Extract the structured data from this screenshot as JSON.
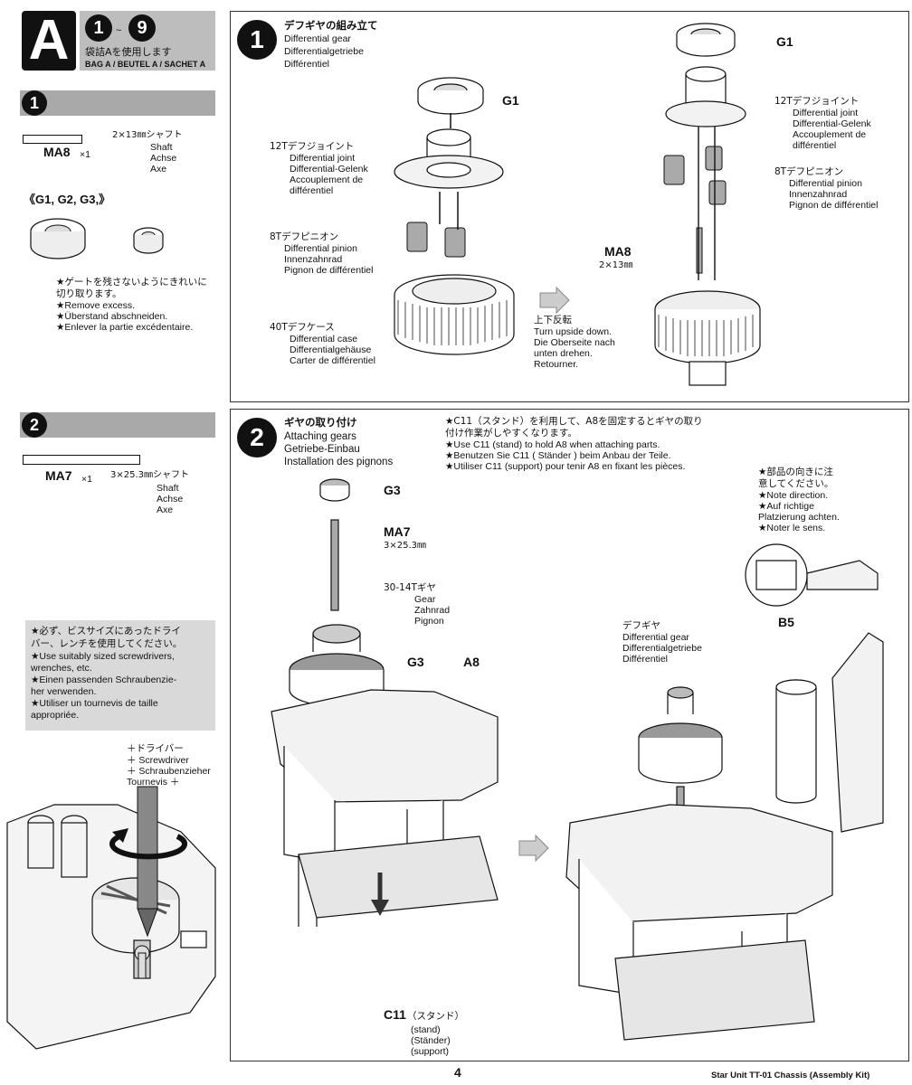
{
  "header": {
    "step_letter": "A",
    "step_range_start": "1",
    "step_range_sep": "~",
    "step_range_end": "9",
    "bag_jp": "袋詰Aを使用します",
    "bag_en": "BAG A / BEUTEL A / SACHET A"
  },
  "left": {
    "step1_num": "1",
    "ma8_label": "MA8",
    "ma8_qty": "×1",
    "ma8_spec": "2×13㎜シャフト",
    "ma8_desc": [
      "Shaft",
      "Achse",
      "Axe"
    ],
    "g_label": "《G1, G2, G3,》",
    "gate_note": [
      "★ゲートを残さないようにきれいに",
      "切り取ります。",
      "★Remove excess.",
      "★Überstand abschneiden.",
      "★Enlever la partie excédentaire."
    ],
    "step2_num": "2",
    "ma7_label": "MA7",
    "ma7_qty": "×1",
    "ma7_spec": "3×25.3㎜シャフト",
    "ma7_desc": [
      "Shaft",
      "Achse",
      "Axe"
    ],
    "tool_note": [
      "★必ず、ビスサイズにあったドライ",
      "バー、レンチを使用してください。",
      "★Use suitably sized screwdrivers,",
      "wrenches, etc.",
      "★Einen passenden Schraubenzie-",
      "her verwenden.",
      "★Utiliser un tournevis de taille",
      "appropriée."
    ],
    "driver_labels": [
      "＋ドライバー",
      "＋ Screwdriver",
      "＋ Schraubenzieher",
      "Tournevis ＋"
    ]
  },
  "step1": {
    "num": "1",
    "title": [
      "デフギヤの組み立て",
      "Differential gear",
      "Differentialgetriebe",
      "Différentiel"
    ],
    "g1": "G1",
    "g1_right": "G1",
    "joint_left": [
      "12Tデフジョイント",
      "Differential joint",
      "Differential-Gelenk",
      "Accouplement de",
      "différentiel"
    ],
    "joint_right": [
      "12Tデフジョイント",
      "Differential joint",
      "Differential-Gelenk",
      "Accouplement de",
      "différentiel"
    ],
    "pinion_left": [
      "8Tデフピニオン",
      "Differential pinion",
      "Innenzahnrad",
      "Pignon de différentiel"
    ],
    "pinion_right": [
      "8Tデフピニオン",
      "Differential pinion",
      "Innenzahnrad",
      "Pignon de différentiel"
    ],
    "case": [
      "40Tデフケース",
      "Differential case",
      "Differentialgehäuse",
      "Carter de différentiel"
    ],
    "turn": [
      "上下反転",
      "Turn upside down.",
      "Die Oberseite nach",
      "unten drehen.",
      "Retourner."
    ],
    "ma8": "MA8",
    "ma8_spec": "2×13㎜"
  },
  "step2": {
    "num": "2",
    "title": [
      "ギヤの取り付け",
      "Attaching gears",
      "Getriebe-Einbau",
      "Installation des pignons"
    ],
    "c11_note": [
      "★C11（スタンド）を利用して、A8を固定するとギヤの取り",
      "付け作業がしやすくなります。",
      "★Use C11 (stand) to hold A8 when attaching parts.",
      "★Benutzen Sie C11 ( Ständer ) beim Anbau der Teile.",
      "★Utiliser C11 (support) pour tenir A8 en fixant les pièces."
    ],
    "g3_top": "G3",
    "ma7": "MA7",
    "ma7_spec": "3×25.3㎜",
    "gear_3014": [
      "30-14Tギヤ",
      "Gear",
      "Zahnrad",
      "Pignon"
    ],
    "g3": "G3",
    "a8": "A8",
    "c11": "C11",
    "c11_jp": "（スタンド）",
    "c11_desc": [
      "(stand)",
      "(Ständer)",
      "(support)"
    ],
    "diff": [
      "デフギヤ",
      "Differential gear",
      "Differentialgetriebe",
      "Différentiel"
    ],
    "direction_note": [
      "★部品の向きに注",
      "意してください。",
      "★Note direction.",
      "★Auf richtige",
      "Platzierung achten.",
      "★Noter le sens."
    ],
    "b5": "B5"
  },
  "footer": {
    "page": "4",
    "product": "Star Unit TT-01 Chassis (Assembly Kit)"
  }
}
